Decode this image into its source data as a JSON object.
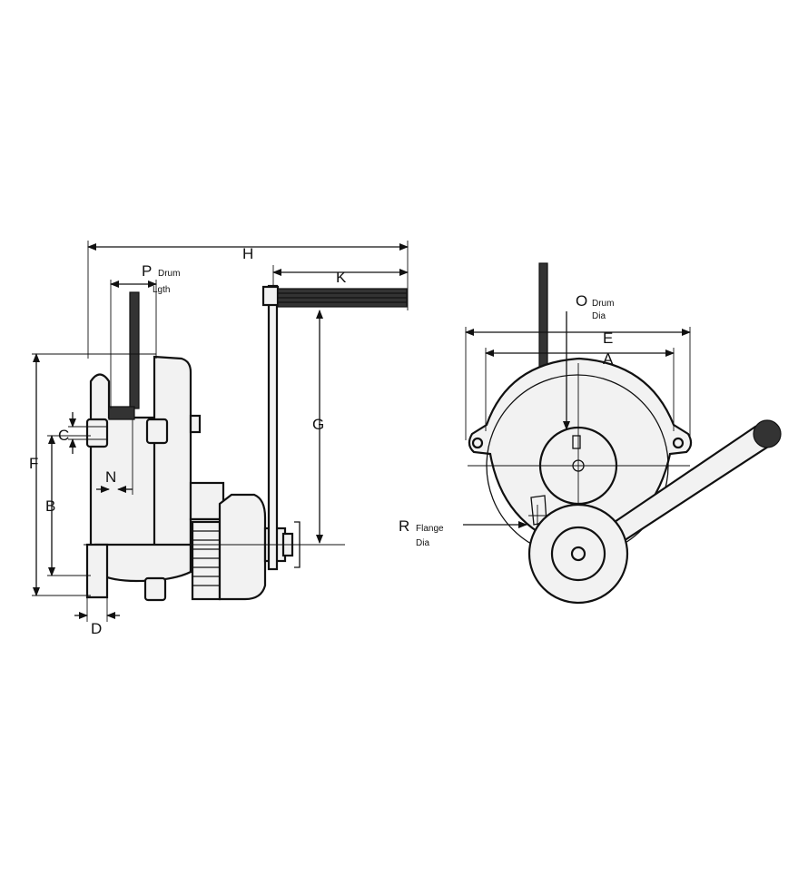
{
  "side_view": {
    "labels": {
      "H": "H",
      "K": "K",
      "P": "P",
      "P_sub1": "Drum",
      "P_sub2": "Lgth",
      "G": "G",
      "F": "F",
      "C": "C",
      "N": "N",
      "B": "B",
      "D": "D"
    }
  },
  "front_view": {
    "labels": {
      "O": "O",
      "O_sub1": "Drum",
      "O_sub2": "Dia",
      "E": "E",
      "A": "A",
      "R": "R",
      "R_sub1": "Flange",
      "R_sub2": "Dia"
    }
  }
}
